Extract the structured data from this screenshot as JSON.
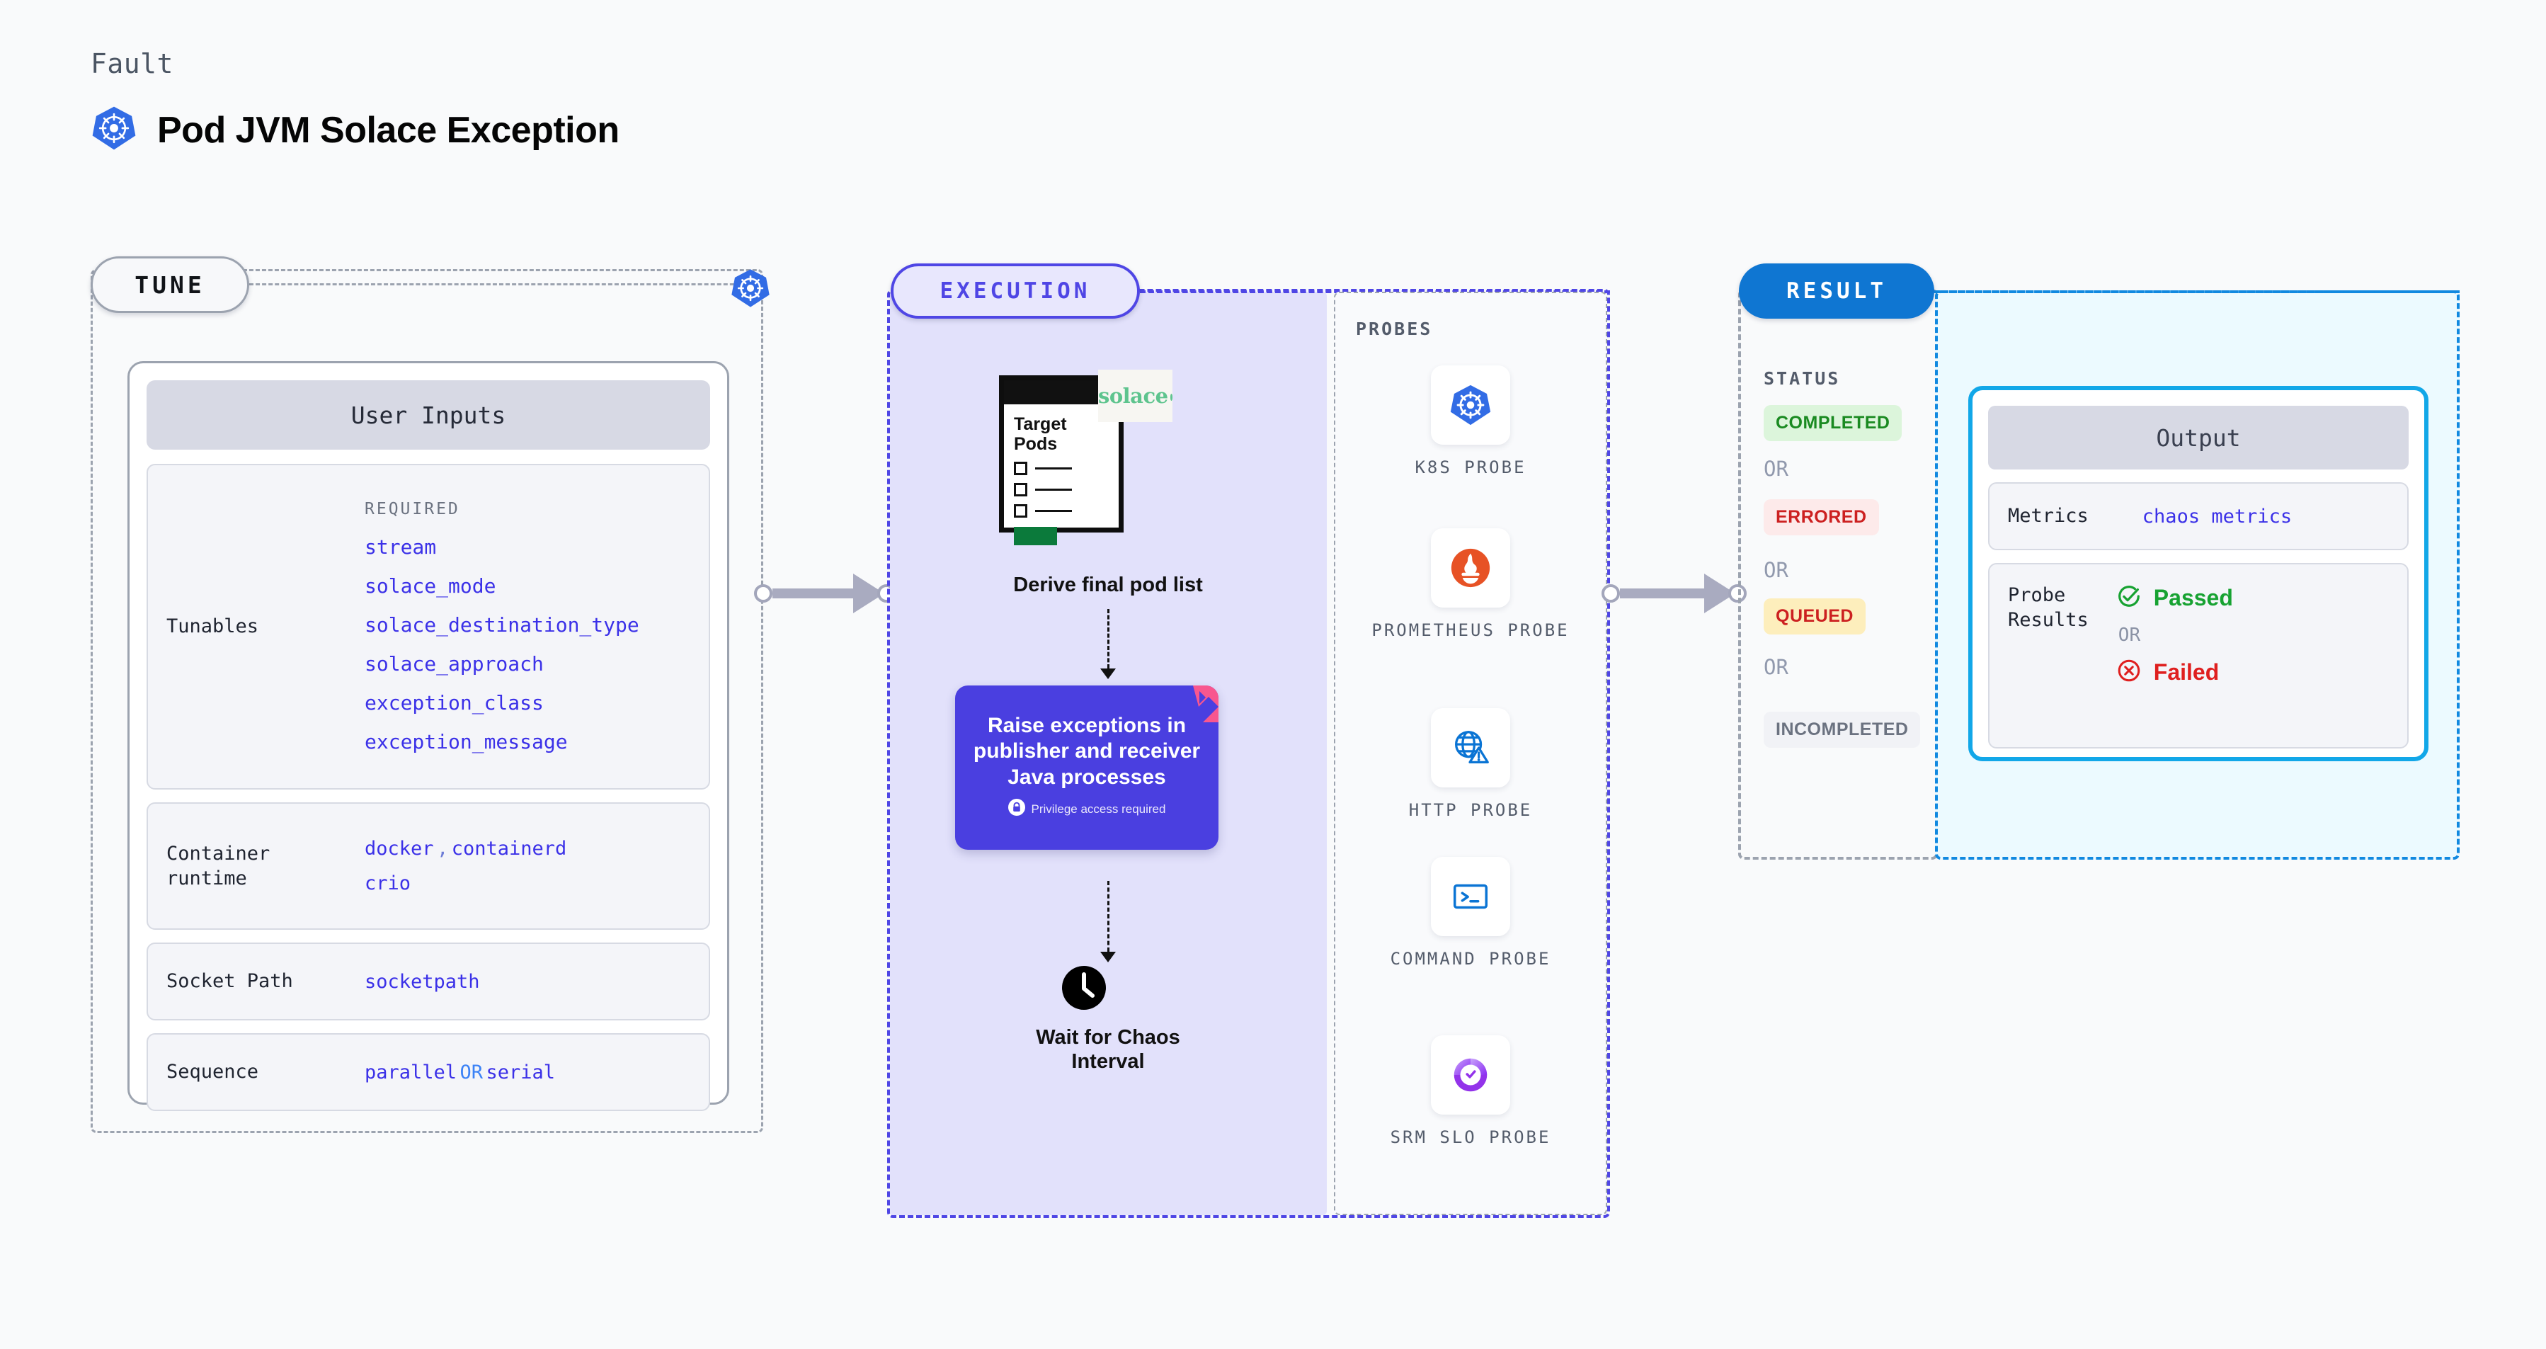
{
  "header": {
    "kicker": "Fault",
    "title": "Pod JVM Solace Exception",
    "icon": "kubernetes-icon"
  },
  "tune": {
    "pill_label": "TUNE",
    "k8s_icon": "kubernetes-icon",
    "card_title": "User Inputs",
    "tunables": {
      "label": "Tunables",
      "required_label": "REQUIRED",
      "items": [
        "stream",
        "solace_mode",
        "solace_destination_type",
        "solace_approach",
        "exception_class",
        "exception_message"
      ]
    },
    "container_runtime": {
      "label": "Container runtime",
      "values": [
        "docker",
        "containerd",
        "crio"
      ],
      "separator": ","
    },
    "socket_path": {
      "label": "Socket Path",
      "value": "socketpath"
    },
    "sequence": {
      "label": "Sequence",
      "value_a": "parallel",
      "or": "OR",
      "value_b": "serial"
    }
  },
  "execution": {
    "pill_label": "EXECUTION",
    "target_pods": {
      "title_line1": "Target",
      "title_line2": "Pods",
      "brand": "solace",
      "caption": "Derive final pod list"
    },
    "action": {
      "text": "Raise exceptions in publisher and receiver Java processes",
      "note": "Privilege access required",
      "note_icon": "lock-icon",
      "badge_icon": "litmus-icon"
    },
    "wait": {
      "icon": "clock-icon",
      "label_line1": "Wait for Chaos",
      "label_line2": "Interval"
    }
  },
  "probes": {
    "title": "PROBES",
    "items": [
      {
        "name": "K8S PROBE",
        "icon": "kubernetes-icon"
      },
      {
        "name": "PROMETHEUS PROBE",
        "icon": "prometheus-icon"
      },
      {
        "name": "HTTP PROBE",
        "icon": "http-globe-icon"
      },
      {
        "name": "COMMAND PROBE",
        "icon": "terminal-icon"
      },
      {
        "name": "SRM SLO PROBE",
        "icon": "srm-slo-icon"
      }
    ]
  },
  "result": {
    "pill_label": "RESULT",
    "status_title": "STATUS",
    "or_label": "OR",
    "statuses": [
      {
        "label": "COMPLETED",
        "fg": "#1a8a21",
        "bg": "#dcf5db"
      },
      {
        "label": "ERRORED",
        "fg": "#cc2020",
        "bg": "#fdeaea"
      },
      {
        "label": "QUEUED",
        "fg": "#cc2020",
        "bg": "#fdeebc"
      },
      {
        "label": "INCOMPLETED",
        "fg": "#6b7280",
        "bg": "#f1f2f6"
      }
    ],
    "output": {
      "title": "Output",
      "metrics": {
        "label": "Metrics",
        "value": "chaos metrics"
      },
      "probe_results": {
        "label_line1": "Probe",
        "label_line2": "Results",
        "passed": "Passed",
        "or": "OR",
        "failed": "Failed",
        "passed_icon": "check-circle-icon",
        "failed_icon": "x-circle-icon"
      }
    }
  },
  "colors": {
    "accent_indigo": "#4f46e5",
    "accent_blue": "#0f76d2",
    "accent_cyan": "#12a7e8",
    "tunable_value": "#3b31e8",
    "k8s_blue": "#326ce5"
  }
}
